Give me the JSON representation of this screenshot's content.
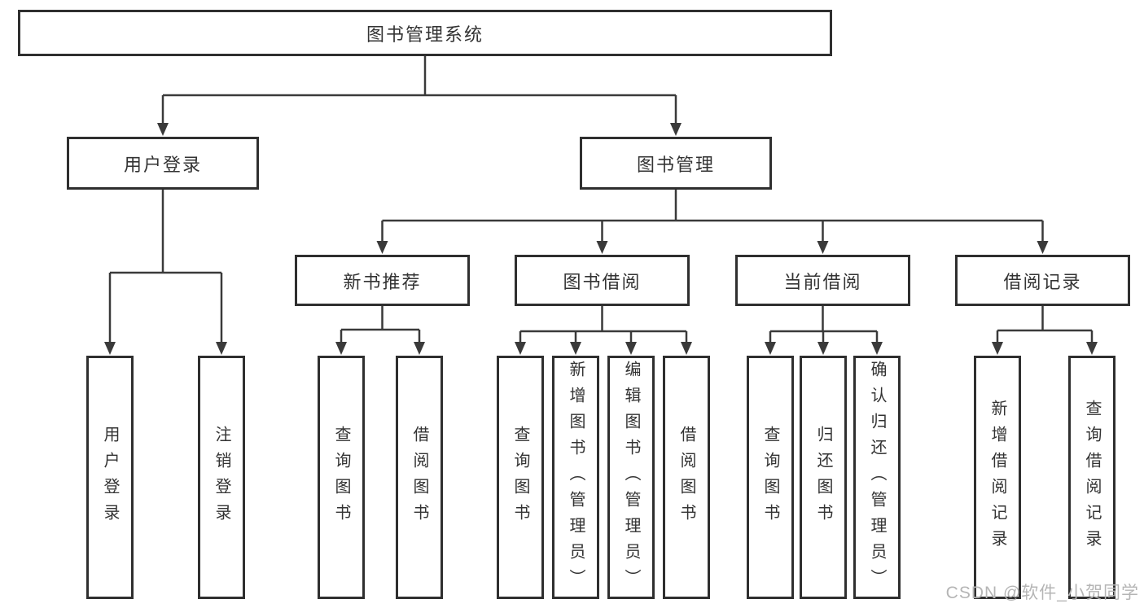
{
  "root": {
    "label": "图书管理系统"
  },
  "branches": [
    {
      "label": "用户登录",
      "leaves": [
        {
          "label": "用户登录"
        },
        {
          "label": "注销登录"
        }
      ]
    },
    {
      "label": "图书管理",
      "sections": [
        {
          "label": "新书推荐",
          "leaves": [
            {
              "label": "查询图书"
            },
            {
              "label": "借阅图书"
            }
          ]
        },
        {
          "label": "图书借阅",
          "leaves": [
            {
              "label": "查询图书"
            },
            {
              "label": "新增图书（管理员）"
            },
            {
              "label": "编辑图书（管理员）"
            },
            {
              "label": "借阅图书"
            }
          ]
        },
        {
          "label": "当前借阅",
          "leaves": [
            {
              "label": "查询图书"
            },
            {
              "label": "归还图书"
            },
            {
              "label": "确认归还（管理员）"
            }
          ]
        },
        {
          "label": "借阅记录",
          "leaves": [
            {
              "label": "新增借阅记录"
            },
            {
              "label": "查询借阅记录"
            }
          ]
        }
      ]
    }
  ],
  "watermark": {
    "text": "CSDN @软件_小贺同学"
  },
  "colors": {
    "line": "#3a3a3a",
    "box_border": "#2f2f2f",
    "text": "#333333",
    "watermark": "#b5b5b5",
    "background": "#ffffff"
  }
}
